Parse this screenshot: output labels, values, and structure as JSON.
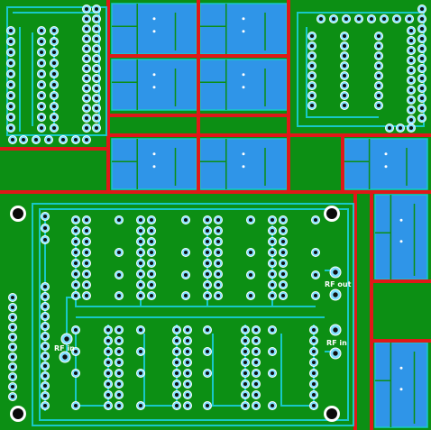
{
  "colors": {
    "board": "#0c8f14",
    "copper_bottom": "#e01818",
    "copper_top": "#18c8c8",
    "pour": "#2f95e8",
    "pad": "#7fe0ff",
    "drill": "#101010",
    "silkscreen": "#ffffff"
  },
  "labels": {
    "rf_out": "RF out",
    "rf_in_left": "RF in",
    "rf_in_right": "RF in"
  }
}
